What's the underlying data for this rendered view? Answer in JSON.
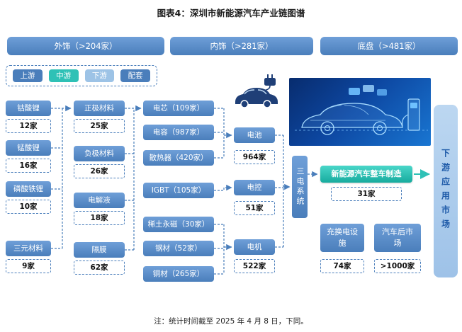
{
  "title": "图表4：深圳市新能源汽车产业链图谱",
  "top_row": [
    {
      "label": "外饰（>204家）"
    },
    {
      "label": "内饰（>281家）"
    },
    {
      "label": "底盘（>481家）"
    }
  ],
  "legend": {
    "items": [
      {
        "label": "上游"
      },
      {
        "label": "中游"
      },
      {
        "label": "下游"
      },
      {
        "label": "配套"
      }
    ]
  },
  "col1": [
    {
      "label": "钴酸锂",
      "count": "12家"
    },
    {
      "label": "锰酸锂",
      "count": "16家"
    },
    {
      "label": "磷酸铁锂",
      "count": "10家"
    },
    {
      "label": "三元材料",
      "count": "9家"
    }
  ],
  "col2": [
    {
      "label": "正极材料",
      "count": "25家"
    },
    {
      "label": "负极材料",
      "count": "26家"
    },
    {
      "label": "电解液",
      "count": "18家"
    },
    {
      "label": "隔膜",
      "count": "62家"
    }
  ],
  "col3": [
    {
      "label": "电芯（109家）"
    },
    {
      "label": "电容（987家）"
    },
    {
      "label": "散热器（420家）"
    },
    {
      "label": "IGBT（105家）"
    },
    {
      "label": "稀土永磁（30家）"
    },
    {
      "label": "钢材（52家）"
    },
    {
      "label": "铜材（265家）"
    }
  ],
  "col4": [
    {
      "label": "电池",
      "count": "964家"
    },
    {
      "label": "电控",
      "count": "51家"
    },
    {
      "label": "电机",
      "count": "522家"
    }
  ],
  "three_electric": "三电系统",
  "oem": {
    "label": "新能源汽车整车制造",
    "count": "31家"
  },
  "downstream_market": "下游应用市场",
  "support": [
    {
      "label": "充换电设施",
      "count": "74家"
    },
    {
      "label": "汽车后市场",
      "count": ">1000家"
    }
  ],
  "note": "注：统计时间截至 2025 年 4 月 8 日，下同。",
  "colors": {
    "blue": "#4a7ebb",
    "teal": "#2fc1b6",
    "light_blue": "#9dc3e6"
  }
}
